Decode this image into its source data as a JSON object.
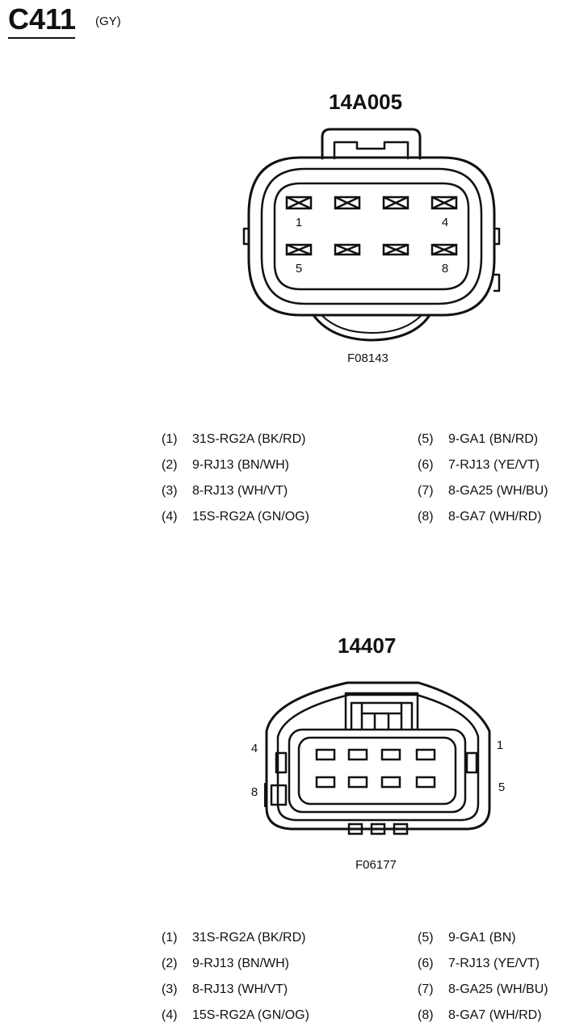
{
  "header": {
    "connector_id": "C411",
    "color_code": "(GY)"
  },
  "connectors": [
    {
      "part_number": "14A005",
      "figure_code": "F08143",
      "pin_labels": [
        "1",
        "4",
        "5",
        "8"
      ],
      "pins": [
        {
          "num": "(1)",
          "desc": "31S-RG2A (BK/RD)"
        },
        {
          "num": "(2)",
          "desc": "9-RJ13 (BN/WH)"
        },
        {
          "num": "(3)",
          "desc": "8-RJ13 (WH/VT)"
        },
        {
          "num": "(4)",
          "desc": "15S-RG2A (GN/OG)"
        },
        {
          "num": "(5)",
          "desc": "9-GA1 (BN/RD)"
        },
        {
          "num": "(6)",
          "desc": "7-RJ13 (YE/VT)"
        },
        {
          "num": "(7)",
          "desc": "8-GA25 (WH/BU)"
        },
        {
          "num": "(8)",
          "desc": "8-GA7 (WH/RD)"
        }
      ]
    },
    {
      "part_number": "14407",
      "figure_code": "F06177",
      "pin_labels": [
        "4",
        "1",
        "8",
        "5"
      ],
      "pins": [
        {
          "num": "(1)",
          "desc": "31S-RG2A (BK/RD)"
        },
        {
          "num": "(2)",
          "desc": "9-RJ13 (BN/WH)"
        },
        {
          "num": "(3)",
          "desc": "8-RJ13 (WH/VT)"
        },
        {
          "num": "(4)",
          "desc": "15S-RG2A (GN/OG)"
        },
        {
          "num": "(5)",
          "desc": "9-GA1 (BN)"
        },
        {
          "num": "(6)",
          "desc": "7-RJ13 (YE/VT)"
        },
        {
          "num": "(7)",
          "desc": "8-GA25 (WH/BU)"
        },
        {
          "num": "(8)",
          "desc": "8-GA7 (WH/RD)"
        }
      ]
    }
  ]
}
